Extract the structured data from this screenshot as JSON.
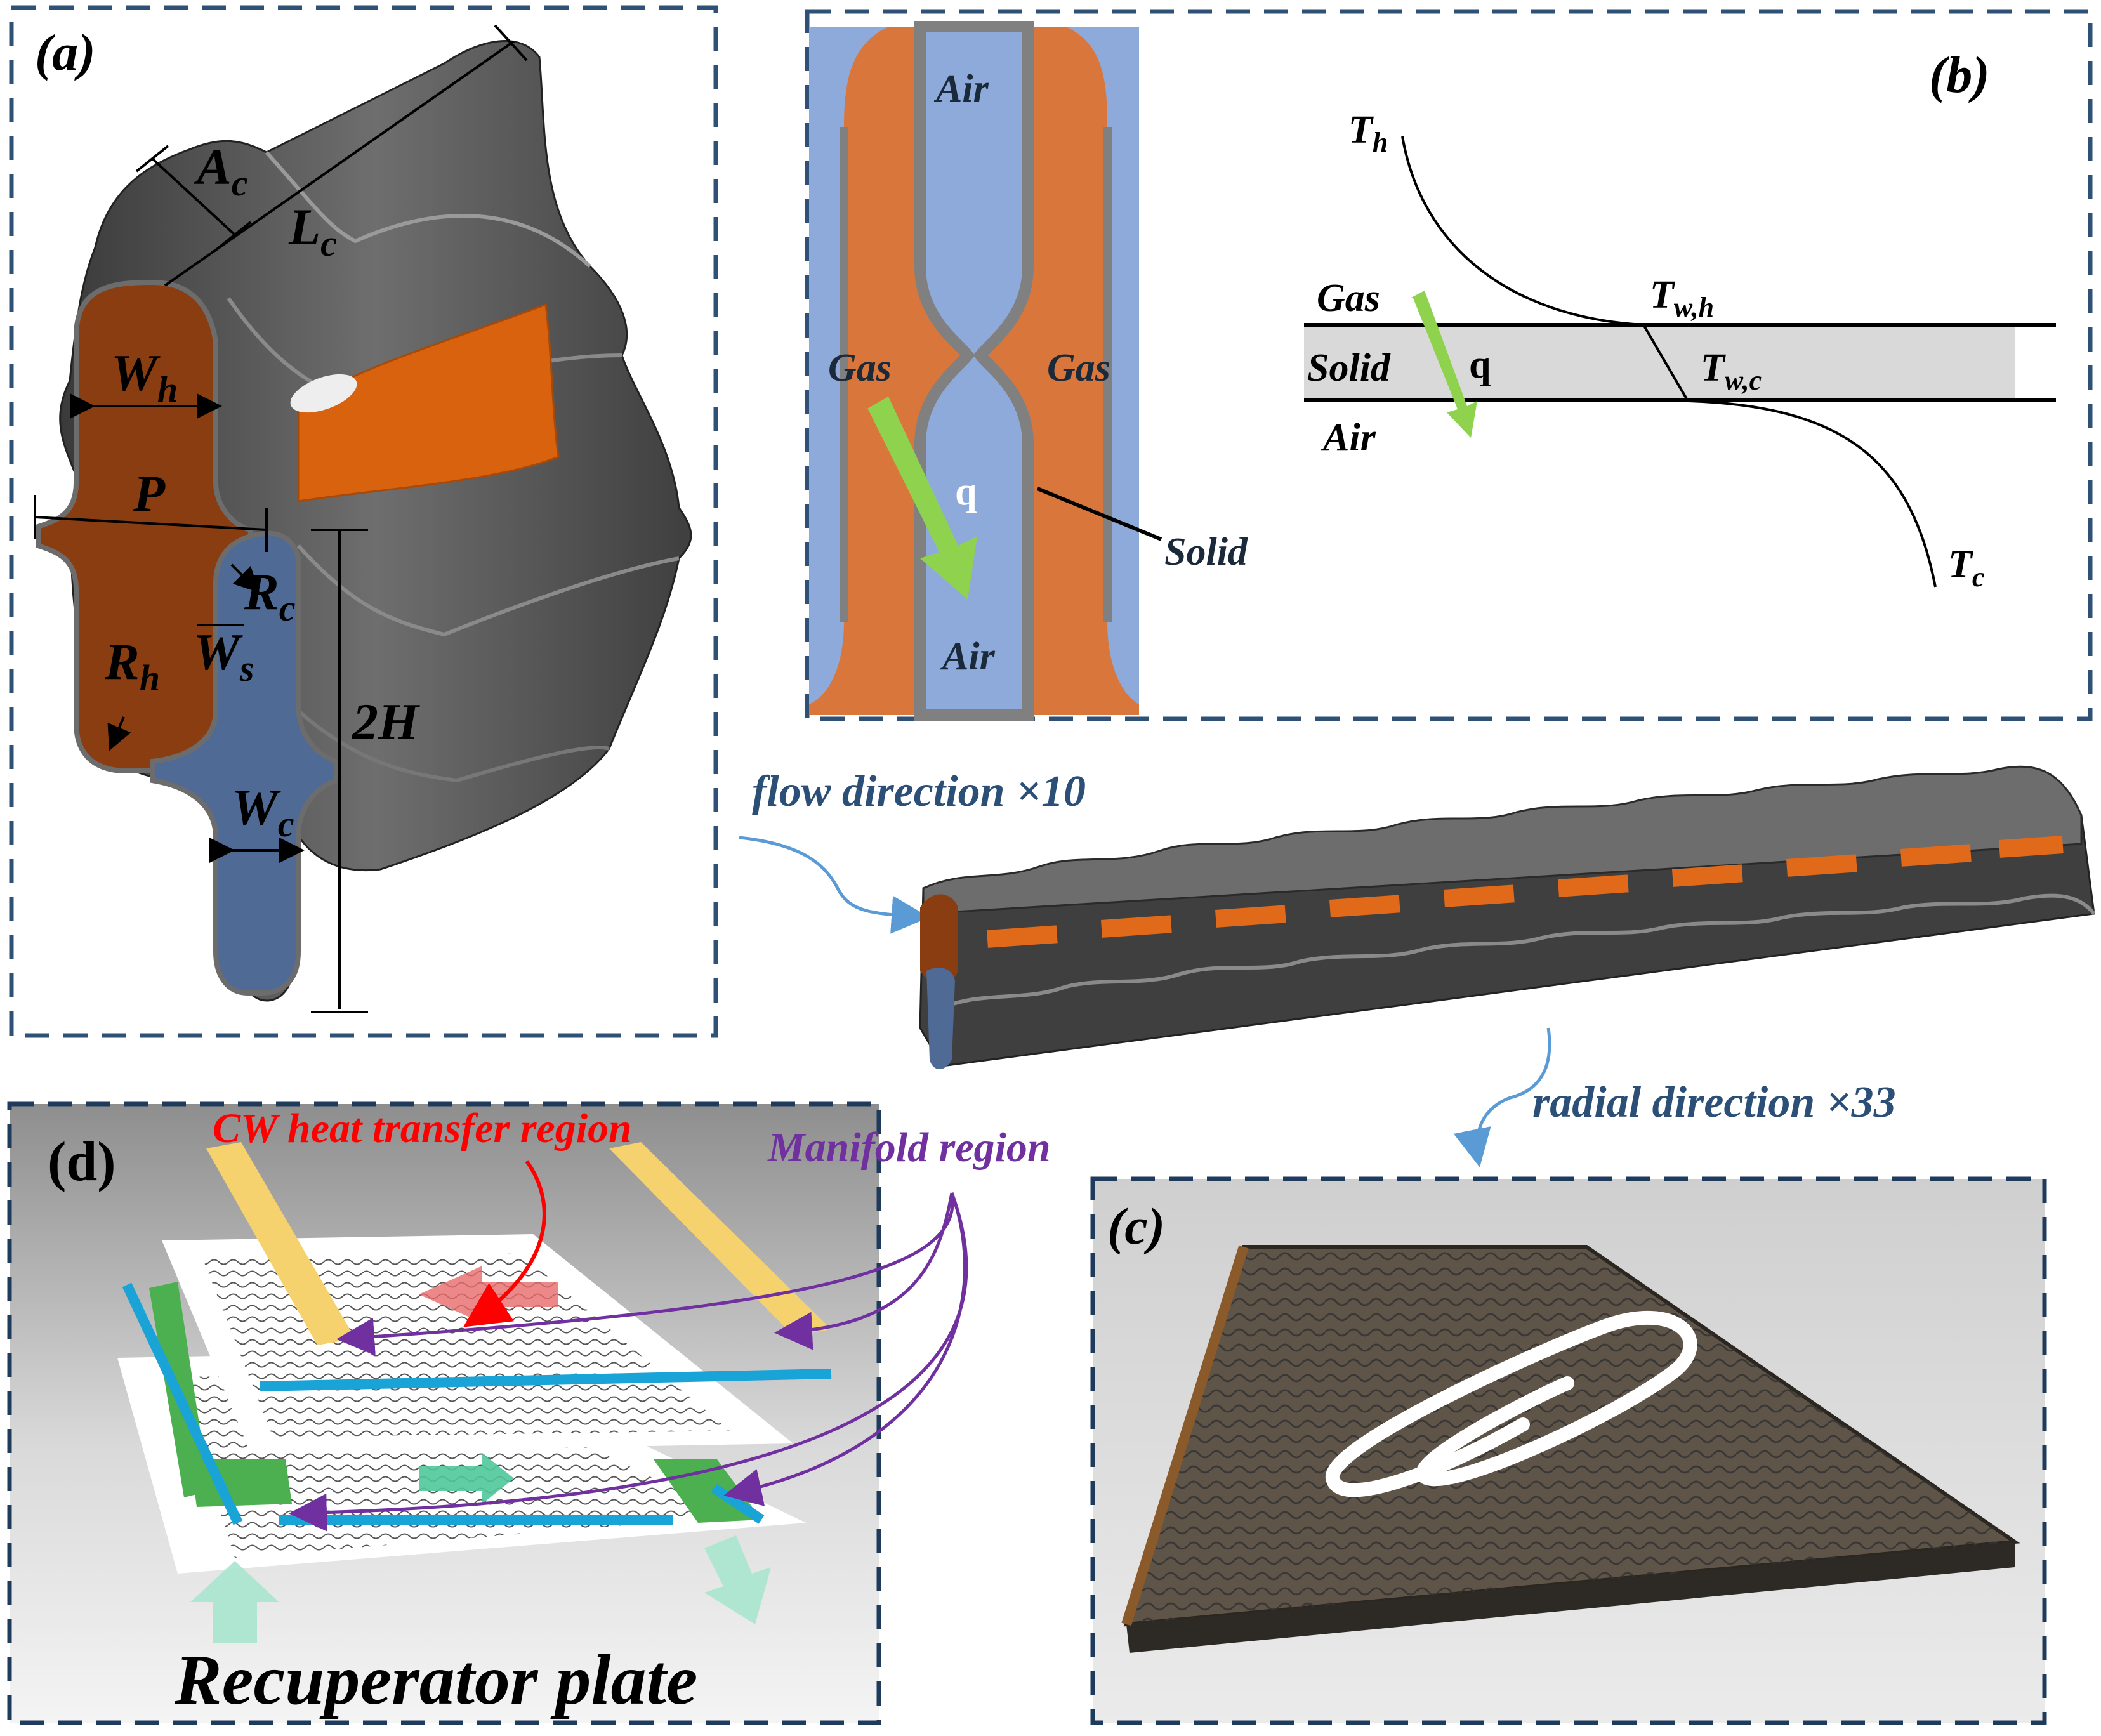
{
  "panels": {
    "a": {
      "label": "(a)",
      "dims": {
        "Ac_main": "A",
        "Ac_sub": "c",
        "Lc_main": "L",
        "Lc_sub": "c",
        "Wh_main": "W",
        "Wh_sub": "h",
        "P": "P",
        "Rc_main": "R",
        "Rc_sub": "c",
        "Ws_main": "W",
        "Ws_sub": "s",
        "Rh_main": "R",
        "Rh_sub": "h",
        "H2": "2H",
        "Wc_main": "W",
        "Wc_sub": "c"
      }
    },
    "b": {
      "label": "(b)",
      "cross_section": {
        "air_top": "Air",
        "gas_left": "Gas",
        "gas_right": "Gas",
        "q": "q",
        "air_bottom": "Air",
        "solid": "Solid"
      },
      "profile": {
        "Th_main": "T",
        "Th_sub": "h",
        "gas": "Gas",
        "solid": "Solid",
        "air": "Air",
        "q": "q",
        "Twh_main": "T",
        "Twh_sub": "w,h",
        "Twc_main": "T",
        "Twc_sub": "w,c",
        "Tc_main": "T",
        "Tc_sub": "c"
      }
    },
    "flow": {
      "label": "flow direction ×10"
    },
    "radial": {
      "label": "radial direction ×33"
    },
    "c": {
      "label": "(c)"
    },
    "d": {
      "label": "(d)",
      "cw_region": "CW heat transfer region",
      "manifold_region": "Manifold region",
      "title": "Recuperator plate"
    }
  },
  "colors": {
    "frame": "#2f5175",
    "hot": "#8b3d12",
    "orange": "#dc6a1c",
    "cold": "#4f6a94",
    "air_fill": "#8eaadb",
    "gas_fill": "#d9763b",
    "solid_gray": "#7a7a7a",
    "metal": "#5b5b5b",
    "arrow_green": "#8ed24d",
    "label_blue": "#2c4f78",
    "red": "#ff0000",
    "purple": "#7030a0",
    "cyan": "#1aa3d6",
    "yellow": "#f6d26e",
    "green": "#4caf50"
  }
}
